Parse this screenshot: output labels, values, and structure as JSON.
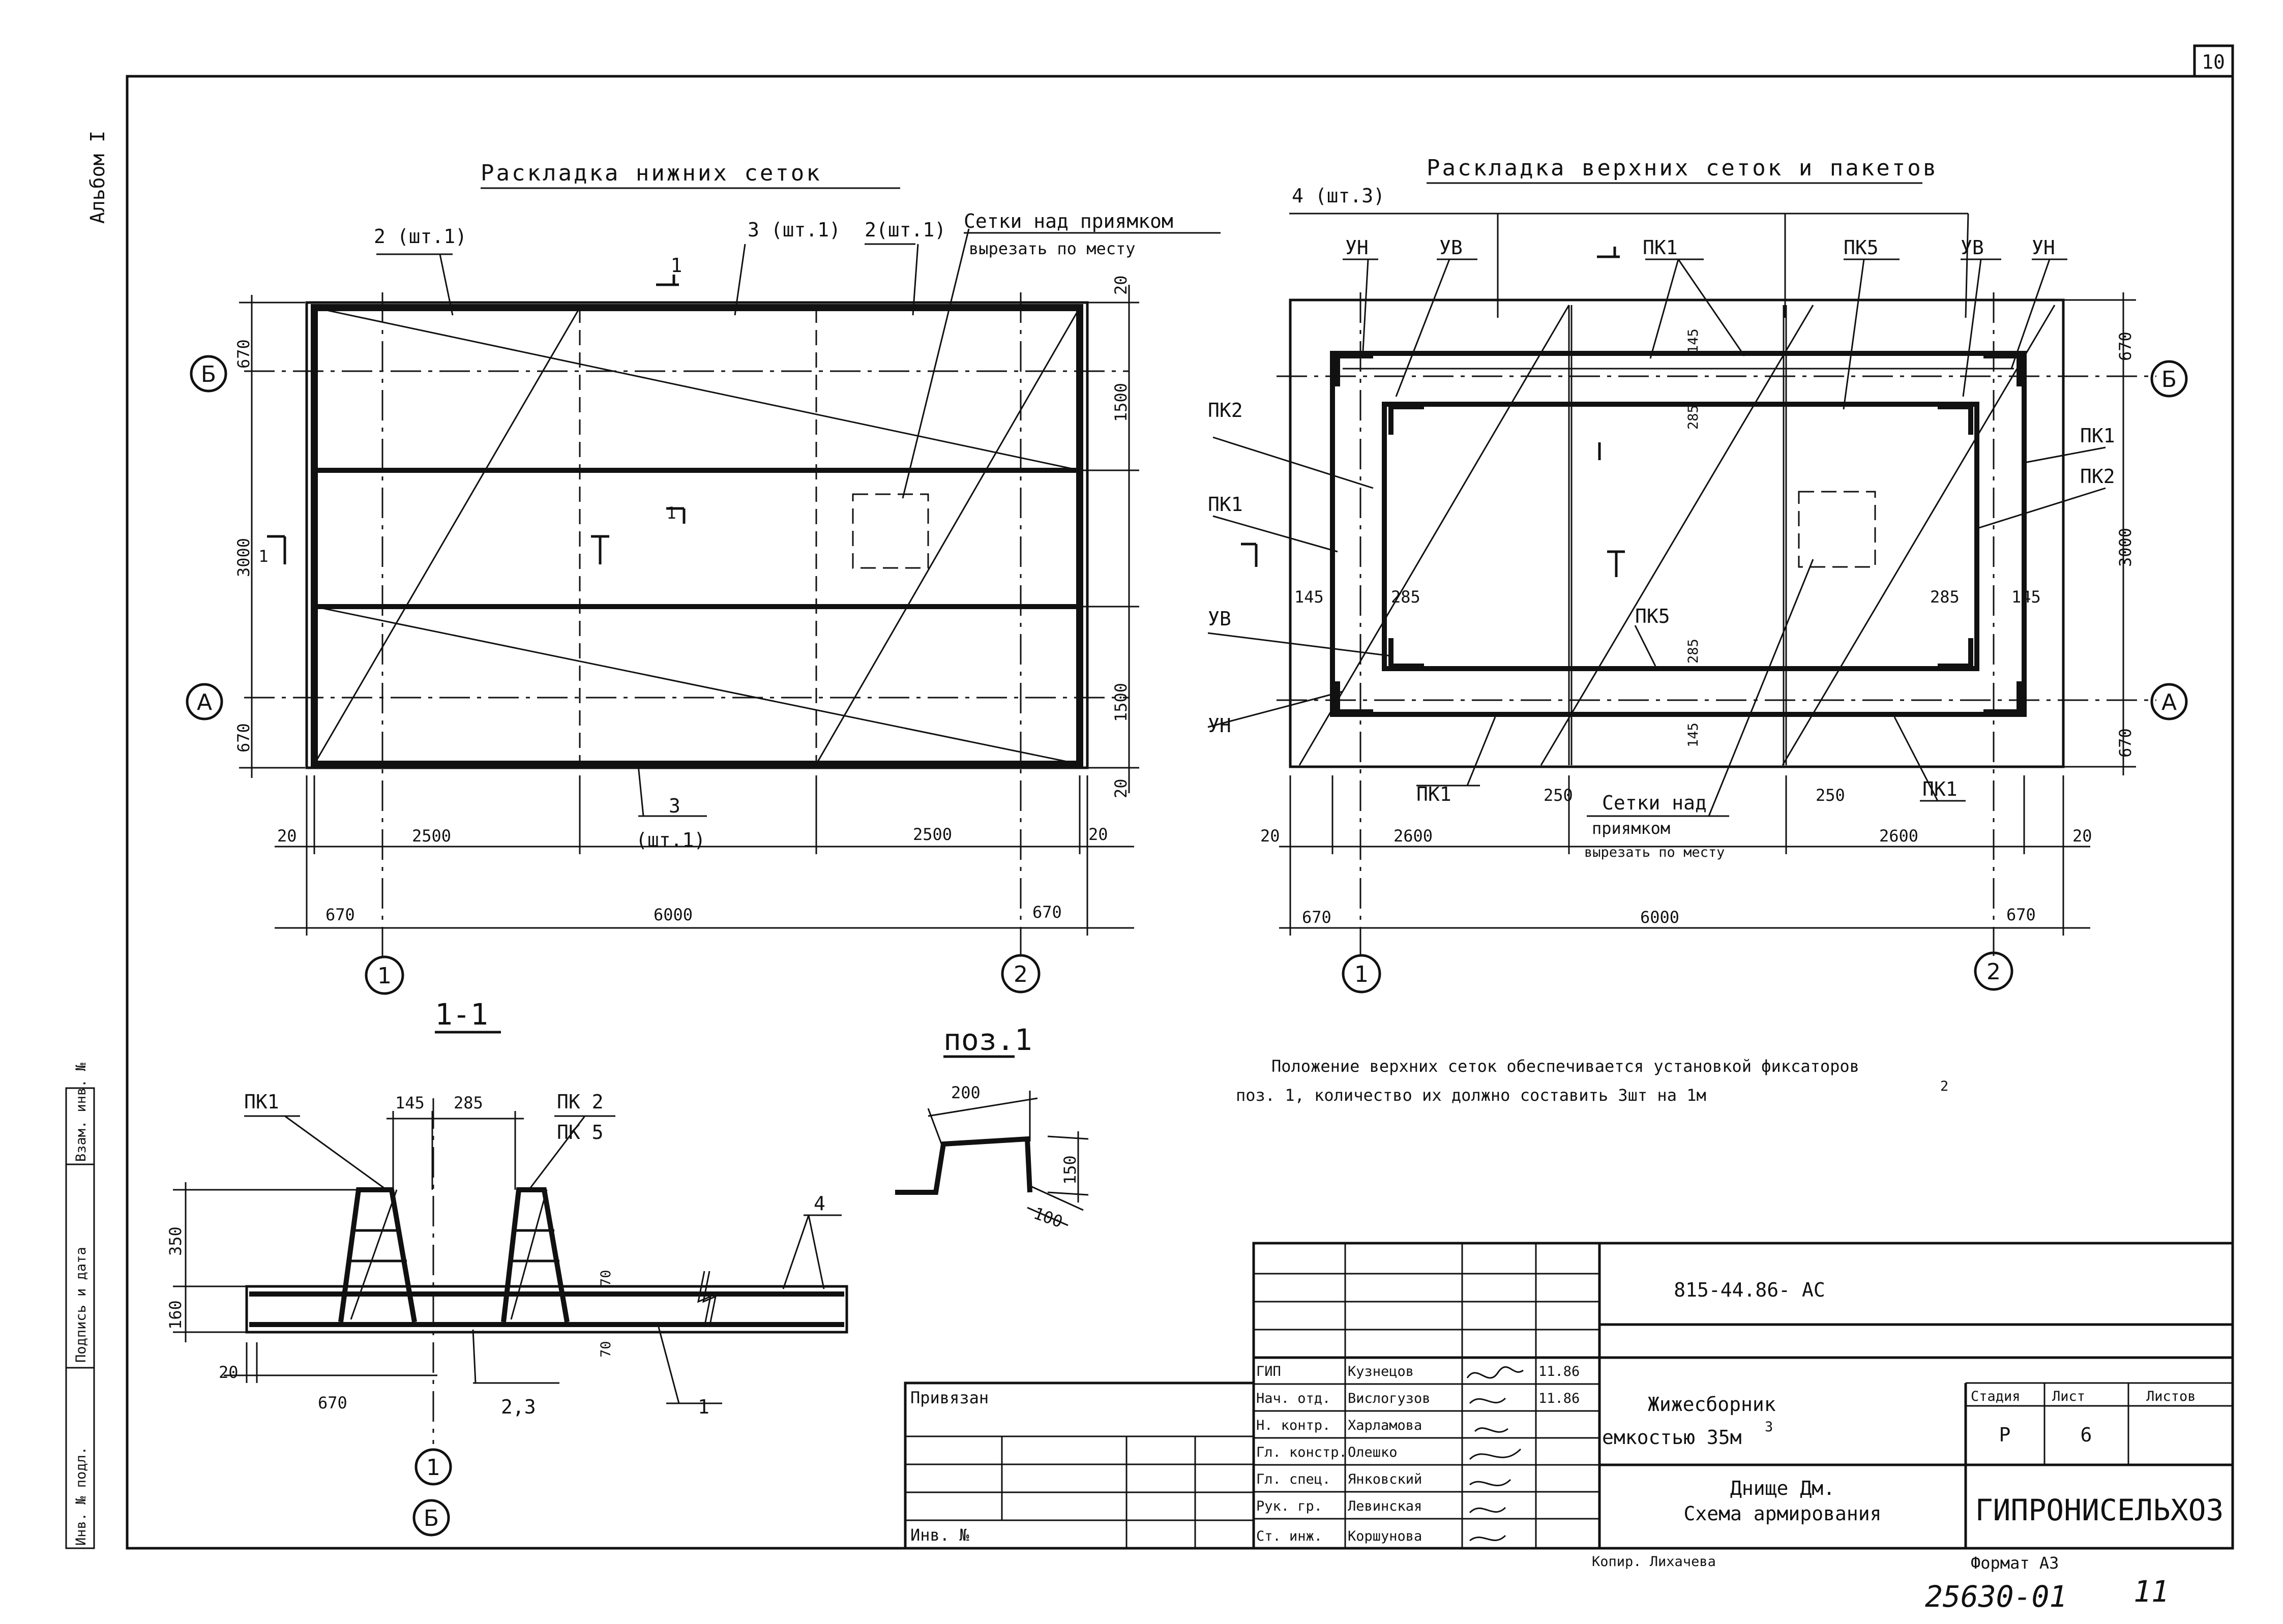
{
  "sheet_number": "10",
  "album": "Альбом I",
  "views": {
    "bottom_mesh_title": "Раскладка нижних сеток",
    "top_mesh_title": "Раскладка верхних сеток и пакетов",
    "section_title": "1-1",
    "pos1_title": "поз.1"
  },
  "bottom_plan": {
    "labels": {
      "mesh2_a": "2 (шт.1)",
      "mesh3_top": "3 (шт.1)",
      "mesh2_b": "2(шт.1)",
      "pit_note_1": "Сетки над приямком",
      "pit_note_2": "вырезать по месту",
      "mesh3_bottom": "3",
      "mesh3_bottom_count": "(шт.1)",
      "cut_mark": "1"
    },
    "dims": {
      "d670_top": "670",
      "d3000": "3000",
      "d670_bot": "670",
      "d20_top": "20",
      "d1500_a": "1500",
      "d1500_b": "1500",
      "d20_bot": "20",
      "d20_left": "20",
      "d2500_a": "2500",
      "d2500_b": "2500",
      "d20_right": "20",
      "d670_left": "670",
      "d6000": "6000",
      "d670_right": "670"
    },
    "axes": {
      "b": "Б",
      "a": "А",
      "ax1": "1",
      "ax2": "2"
    }
  },
  "top_plan": {
    "labels": {
      "mesh4": "4 (шт.3)",
      "un": "УН",
      "uv": "УВ",
      "pk1": "ПК1",
      "pk2": "ПК2",
      "pk5": "ПК5",
      "pit_note_1": "Сетки над",
      "pit_note_2": "приямком",
      "pit_note_3": "вырезать по месту"
    },
    "dims": {
      "d145": "145",
      "d285": "285",
      "d670": "670",
      "d3000": "3000",
      "d250": "250",
      "d20": "20",
      "d2600": "2600",
      "d6000": "6000"
    }
  },
  "section": {
    "pk1": "ПК1",
    "pk2": "ПК 2",
    "pk5": "ПК 5",
    "d145": "145",
    "d285": "285",
    "d350": "350",
    "d160": "160",
    "d20": "20",
    "d670": "670",
    "d70a": "70",
    "d70b": "70",
    "mark4": "4",
    "mark23": "2,3",
    "mark1": "1",
    "axis1": "1",
    "axisB": "Б"
  },
  "pos1": {
    "d200": "200",
    "d150": "150",
    "d100": "100"
  },
  "note": {
    "line1": "Положение верхних сеток обеспечивается установкой фиксаторов",
    "line2": "поз. 1, количество их должно составить 3шт на 1м",
    "sup": "2"
  },
  "side_stamp": {
    "inv_orig": "Инв. № подл.",
    "sign_date": "Подпись и дата",
    "inv_replace": "Взам. инв. №"
  },
  "title_block": {
    "code": "815-44.86- АС",
    "bound_label": "Привязан",
    "inv_label": "Инв. №",
    "roles": [
      "ГИП",
      "Нач. отд.",
      "Н. контр.",
      "Гл. констр.",
      "Гл. спец.",
      "Рук. гр.",
      "Ст. инж."
    ],
    "names": [
      "Кузнецов",
      "Вислогузов",
      "Харламова",
      "Олешко",
      "Янковский",
      "Левинская",
      "Коршунова"
    ],
    "dates": [
      "11.86",
      "11.86"
    ],
    "object_line1": "Жижесборник",
    "object_line2": "емкостью 35м",
    "object_sup": "3",
    "drawing_line1": "Днище Дм.",
    "drawing_line2": "Схема армирования",
    "stage_label": "Стадия",
    "sheet_label": "Лист",
    "sheets_label": "Листов",
    "stage": "Р",
    "sheet": "6",
    "sheets": "",
    "org": "ГИПРОНИСЕЛЬХОЗ",
    "copied": "Копир. Лихачева",
    "format": "Формат А3",
    "archive": "25630-01",
    "archive_sheet": "11"
  }
}
